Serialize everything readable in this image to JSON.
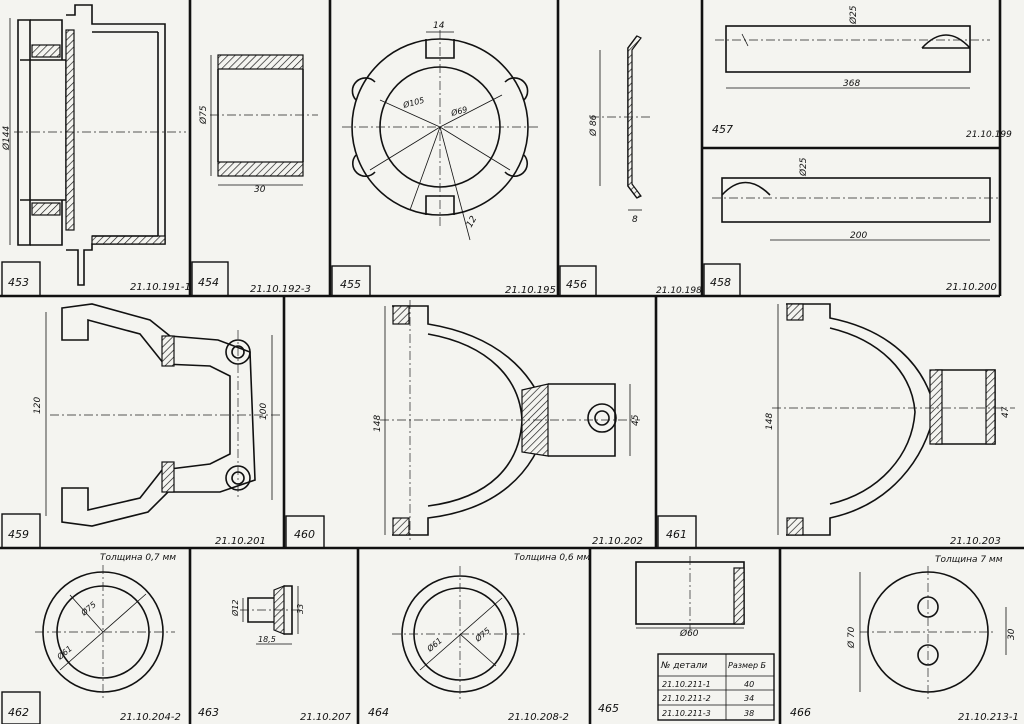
{
  "panels": [
    {
      "id": "p453",
      "number": "453",
      "code": "21.10.191-1",
      "dims": [
        "Ø144"
      ]
    },
    {
      "id": "p454",
      "number": "454",
      "code": "21.10.192-3",
      "dims": [
        "Ø75",
        "30"
      ]
    },
    {
      "id": "p455",
      "number": "455",
      "code": "21.10.195",
      "dims": [
        "14",
        "Ø105",
        "Ø69",
        "12"
      ]
    },
    {
      "id": "p456",
      "number": "456",
      "code": "21.10.198",
      "dims": [
        "Ø 86",
        "8"
      ]
    },
    {
      "id": "p457",
      "number": "457",
      "code": "21.10.199",
      "dims": [
        "Ø25",
        "368"
      ]
    },
    {
      "id": "p458",
      "number": "458",
      "code": "21.10.200",
      "dims": [
        "Ø25",
        "200"
      ]
    },
    {
      "id": "p459",
      "number": "459",
      "code": "21.10.201",
      "dims": [
        "120",
        "100"
      ]
    },
    {
      "id": "p460",
      "number": "460",
      "code": "21.10.202",
      "dims": [
        "148",
        "45"
      ]
    },
    {
      "id": "p461",
      "number": "461",
      "code": "21.10.203",
      "dims": [
        "148",
        "47"
      ]
    },
    {
      "id": "p462",
      "number": "462",
      "code": "21.10.204-2",
      "note": "Толщина 0,7 мм",
      "dims": [
        "Ø75",
        "Ø61"
      ]
    },
    {
      "id": "p463",
      "number": "463",
      "code": "21.10.207",
      "dims": [
        "Ø12",
        "33",
        "18,5"
      ]
    },
    {
      "id": "p464",
      "number": "464",
      "code": "21.10.208-2",
      "note": "Толщина 0,6 мм",
      "dims": [
        "Ø61",
        "Ø75"
      ]
    },
    {
      "id": "p465",
      "number": "465",
      "dims": [
        "Ø60"
      ]
    },
    {
      "id": "p466",
      "number": "466",
      "code": "21.10.213-1",
      "note": "Толщина 7 мм",
      "dims": [
        "Ø 70",
        "30"
      ]
    }
  ],
  "size_table": {
    "headers": [
      "№ детали",
      "Размер Б"
    ],
    "rows": [
      [
        "21.10.211-1",
        "40"
      ],
      [
        "21.10.211-2",
        "34"
      ],
      [
        "21.10.211-3",
        "38"
      ]
    ]
  }
}
